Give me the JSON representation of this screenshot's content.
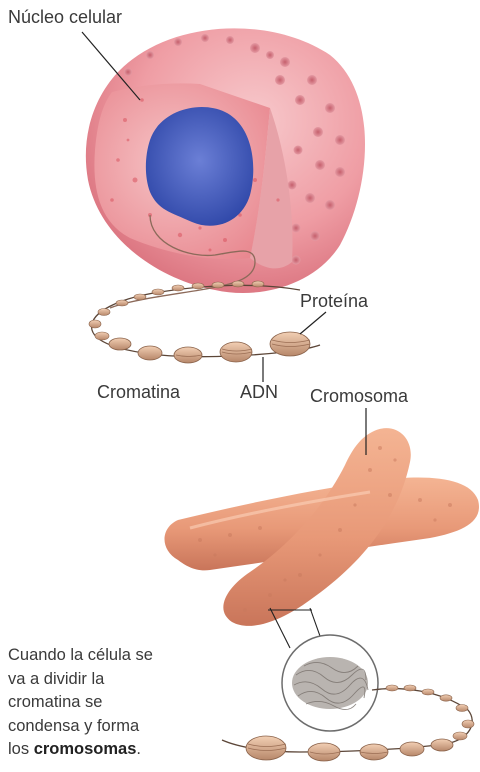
{
  "labels": {
    "nucleus": "Núcleo celular",
    "protein": "Proteína",
    "chromatin": "Cromatina",
    "dna": "ADN",
    "chromosome": "Cromosoma"
  },
  "caption": {
    "line1": "Cuando la célula se",
    "line2": "va a dividir la",
    "line3": "cromatina se",
    "line4": "condensa y forma",
    "line5_prefix": "los ",
    "line5_bold": "cromosomas",
    "line5_suffix": "."
  }
}
